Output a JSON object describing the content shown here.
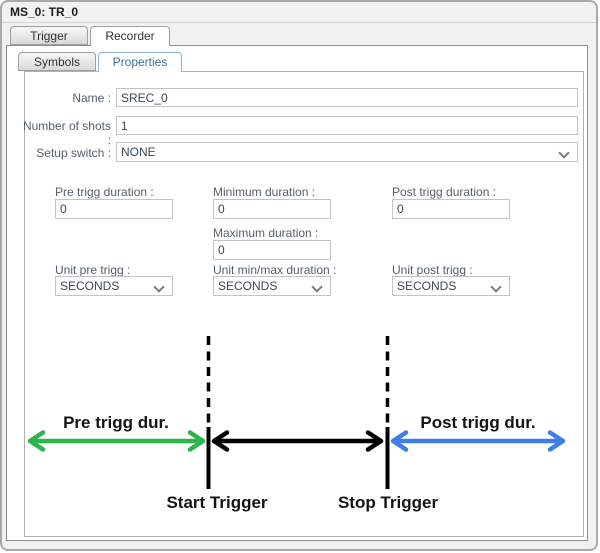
{
  "window": {
    "title": "MS_0: TR_0"
  },
  "tabs": [
    {
      "label": "Trigger",
      "active": false
    },
    {
      "label": "Recorder",
      "active": true
    }
  ],
  "subtabs": [
    {
      "label": "Symbols",
      "active": false
    },
    {
      "label": "Properties",
      "active": true
    }
  ],
  "form": {
    "name": {
      "label": "Name :",
      "value": "SREC_0"
    },
    "shots": {
      "label": "Number of shots :",
      "value": "1"
    },
    "setup": {
      "label": "Setup switch :",
      "value": "NONE"
    },
    "pre": {
      "label": "Pre trigg duration :",
      "value": "0"
    },
    "min": {
      "label": "Minimum duration :",
      "value": "0"
    },
    "max": {
      "label": "Maximum duration :",
      "value": "0"
    },
    "post": {
      "label": "Post trigg duration :",
      "value": "0"
    },
    "unit_pre": {
      "label": "Unit pre trigg :",
      "value": "SECONDS"
    },
    "unit_minmax": {
      "label": "Unit min/max duration :",
      "value": "SECONDS"
    },
    "unit_post": {
      "label": "Unit post trigg :",
      "value": "SECONDS"
    }
  },
  "diagram": {
    "pre_arrow_label": "Pre trigg dur.",
    "post_arrow_label": "Post trigg dur.",
    "start_label": "Start Trigger",
    "stop_label": "Stop Trigger",
    "colors": {
      "pre_arrow": "#2db44a",
      "mid_arrow": "#000000",
      "post_arrow": "#3e7ee8"
    }
  }
}
